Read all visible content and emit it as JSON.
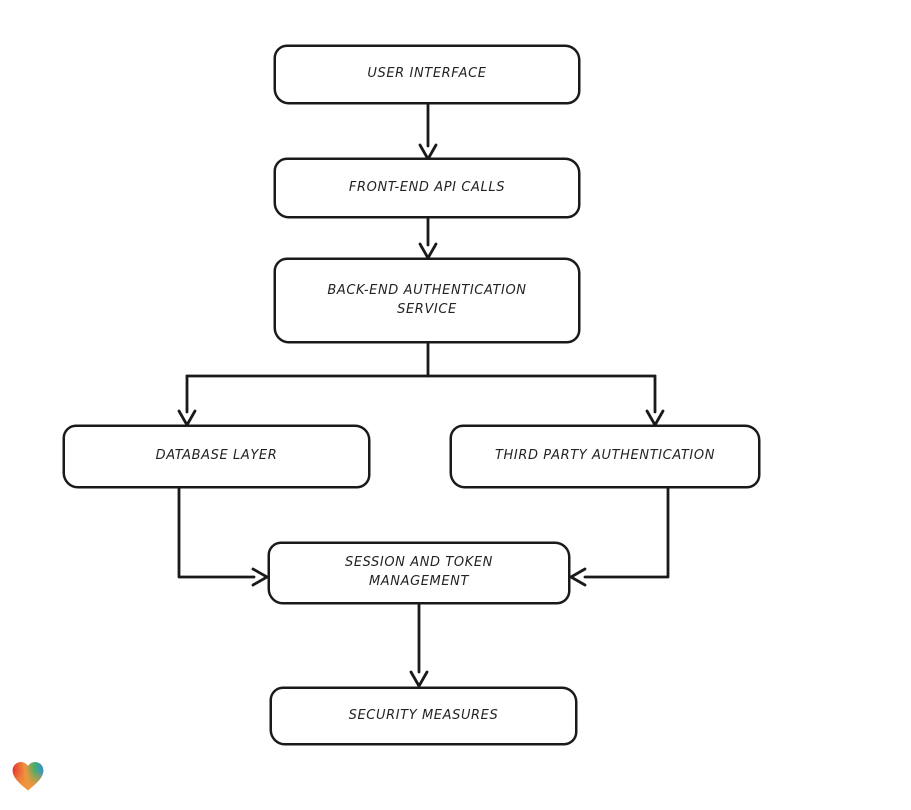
{
  "page": {
    "background_color": "#ffffff"
  },
  "diagram": {
    "type": "flowchart",
    "style": "hand-drawn",
    "stroke_color": "#1a1a1a",
    "node_fill_color": "#ffffff",
    "nodes": [
      {
        "id": "user-interface",
        "label": "USER INTERFACE"
      },
      {
        "id": "front-end-api-calls",
        "label": "FRONT-END API CALLS"
      },
      {
        "id": "back-end-authentication-service",
        "label": "BACK-END AUTHENTICATION SERVICE"
      },
      {
        "id": "database-layer",
        "label": "DATABASE LAYER"
      },
      {
        "id": "third-party-authentication",
        "label": "THIRD PARTY AUTHENTICATION"
      },
      {
        "id": "session-and-token-management",
        "label": "SESSION AND TOKEN MANAGEMENT"
      },
      {
        "id": "security-measures",
        "label": "SECURITY MEASURES"
      }
    ],
    "edges": [
      {
        "from": "user-interface",
        "to": "front-end-api-calls"
      },
      {
        "from": "front-end-api-calls",
        "to": "back-end-authentication-service"
      },
      {
        "from": "back-end-authentication-service",
        "to": "database-layer"
      },
      {
        "from": "back-end-authentication-service",
        "to": "third-party-authentication"
      },
      {
        "from": "database-layer",
        "to": "session-and-token-management"
      },
      {
        "from": "third-party-authentication",
        "to": "session-and-token-management"
      },
      {
        "from": "session-and-token-management",
        "to": "security-measures"
      }
    ],
    "logo": {
      "icon": "gradient-heart-icon",
      "colors": {
        "red": "#e73430",
        "orange": "#f0953c",
        "green": "#49ae68",
        "blue": "#2b8fd8"
      }
    }
  }
}
